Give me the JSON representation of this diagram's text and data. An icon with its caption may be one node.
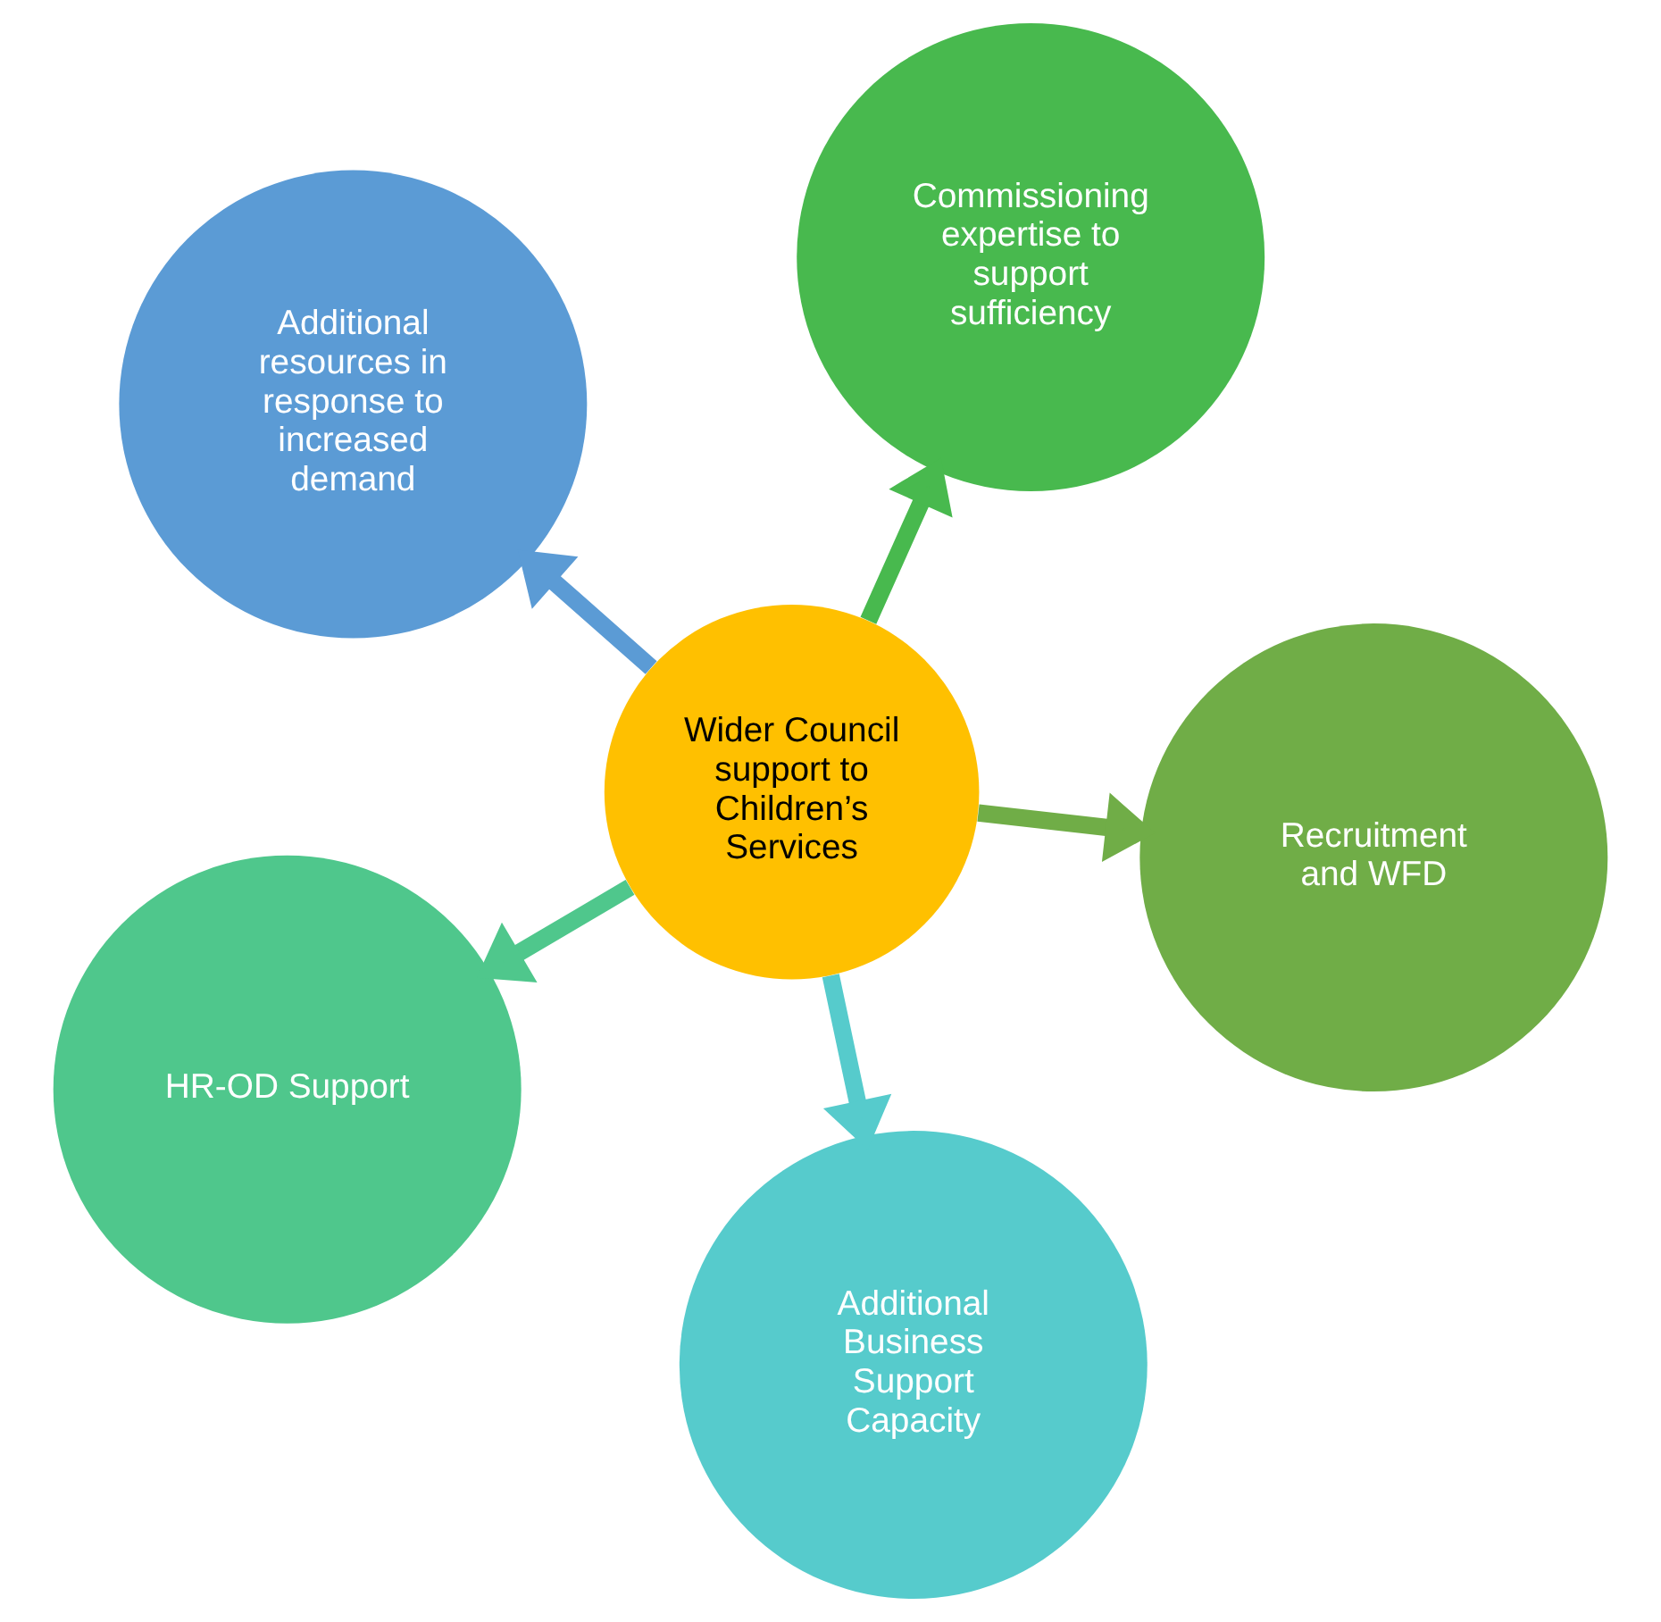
{
  "diagram": {
    "nodes": [
      {
        "text": [
          "Additional resources in response to increased demand"
        ]
      },
      {
        "text": [
          "Recruitment and WFD"
        ]
      },
      {
        "text": [
          "Additional Business Support Capacity"
        ]
      },
      {
        "text": [
          "Wider Council support to Children’s Services"
        ]
      },
      {
        "text": [
          "Commissioning expertise to support sufficiency"
        ]
      },
      {
        "text": [
          "HR-OD Support"
        ]
      }
    ],
    "edges": [
      {
        "from": 3,
        "to": 0,
        "arrow": "to",
        "color": "#5b9bd5"
      },
      {
        "from": 3,
        "to": 2,
        "arrow": "to",
        "color": "#56cbcc"
      },
      {
        "from": 3,
        "to": 5,
        "arrow": "to",
        "color": "#4fc78c"
      },
      {
        "from": 3,
        "to": 4,
        "arrow": "to",
        "color": "#48b94e"
      },
      {
        "from": 3,
        "to": 1,
        "arrow": "to",
        "color": "#70ad47"
      }
    ]
  }
}
